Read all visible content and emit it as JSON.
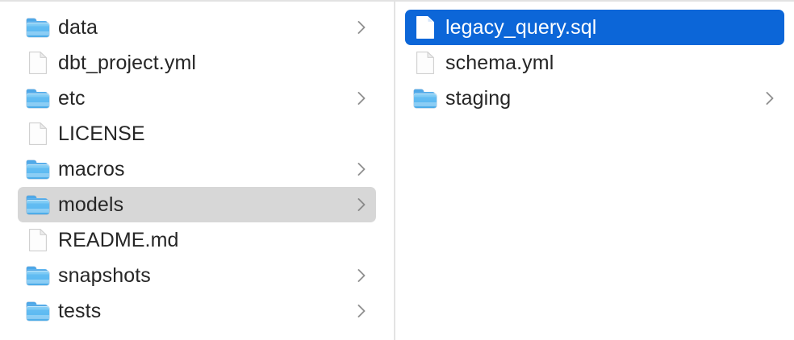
{
  "window": {
    "title": "Finder Column View",
    "view_mode": "column"
  },
  "theme": {
    "background": "#ffffff",
    "divider": "#e3e3e3",
    "text": "#262626",
    "selection_blue": "#0c66d8",
    "selection_gray": "#d7d7d7",
    "selection_text": "#ffffff",
    "folder_blue": "#59b8f1",
    "chevron_gray": "#7d7d7d"
  },
  "columns": [
    {
      "name": "project-root-column",
      "items": [
        {
          "label": "data",
          "kind": "folder",
          "icon": "folder-icon",
          "chevron": true,
          "selected": false
        },
        {
          "label": "dbt_project.yml",
          "kind": "file",
          "icon": "document-icon",
          "chevron": false,
          "selected": false
        },
        {
          "label": "etc",
          "kind": "folder",
          "icon": "folder-icon",
          "chevron": true,
          "selected": false
        },
        {
          "label": "LICENSE",
          "kind": "file",
          "icon": "document-icon",
          "chevron": false,
          "selected": false
        },
        {
          "label": "macros",
          "kind": "folder",
          "icon": "folder-icon",
          "chevron": true,
          "selected": false
        },
        {
          "label": "models",
          "kind": "folder",
          "icon": "folder-icon",
          "chevron": true,
          "selected": "gray"
        },
        {
          "label": "README.md",
          "kind": "file",
          "icon": "document-icon",
          "chevron": false,
          "selected": false
        },
        {
          "label": "snapshots",
          "kind": "folder",
          "icon": "folder-icon",
          "chevron": true,
          "selected": false
        },
        {
          "label": "tests",
          "kind": "folder",
          "icon": "folder-icon",
          "chevron": true,
          "selected": false
        }
      ]
    },
    {
      "name": "models-column",
      "items": [
        {
          "label": "legacy_query.sql",
          "kind": "file",
          "icon": "document-icon",
          "chevron": false,
          "selected": "blue"
        },
        {
          "label": "schema.yml",
          "kind": "file",
          "icon": "document-icon",
          "chevron": false,
          "selected": false
        },
        {
          "label": "staging",
          "kind": "folder",
          "icon": "folder-icon",
          "chevron": true,
          "selected": false
        }
      ]
    }
  ]
}
